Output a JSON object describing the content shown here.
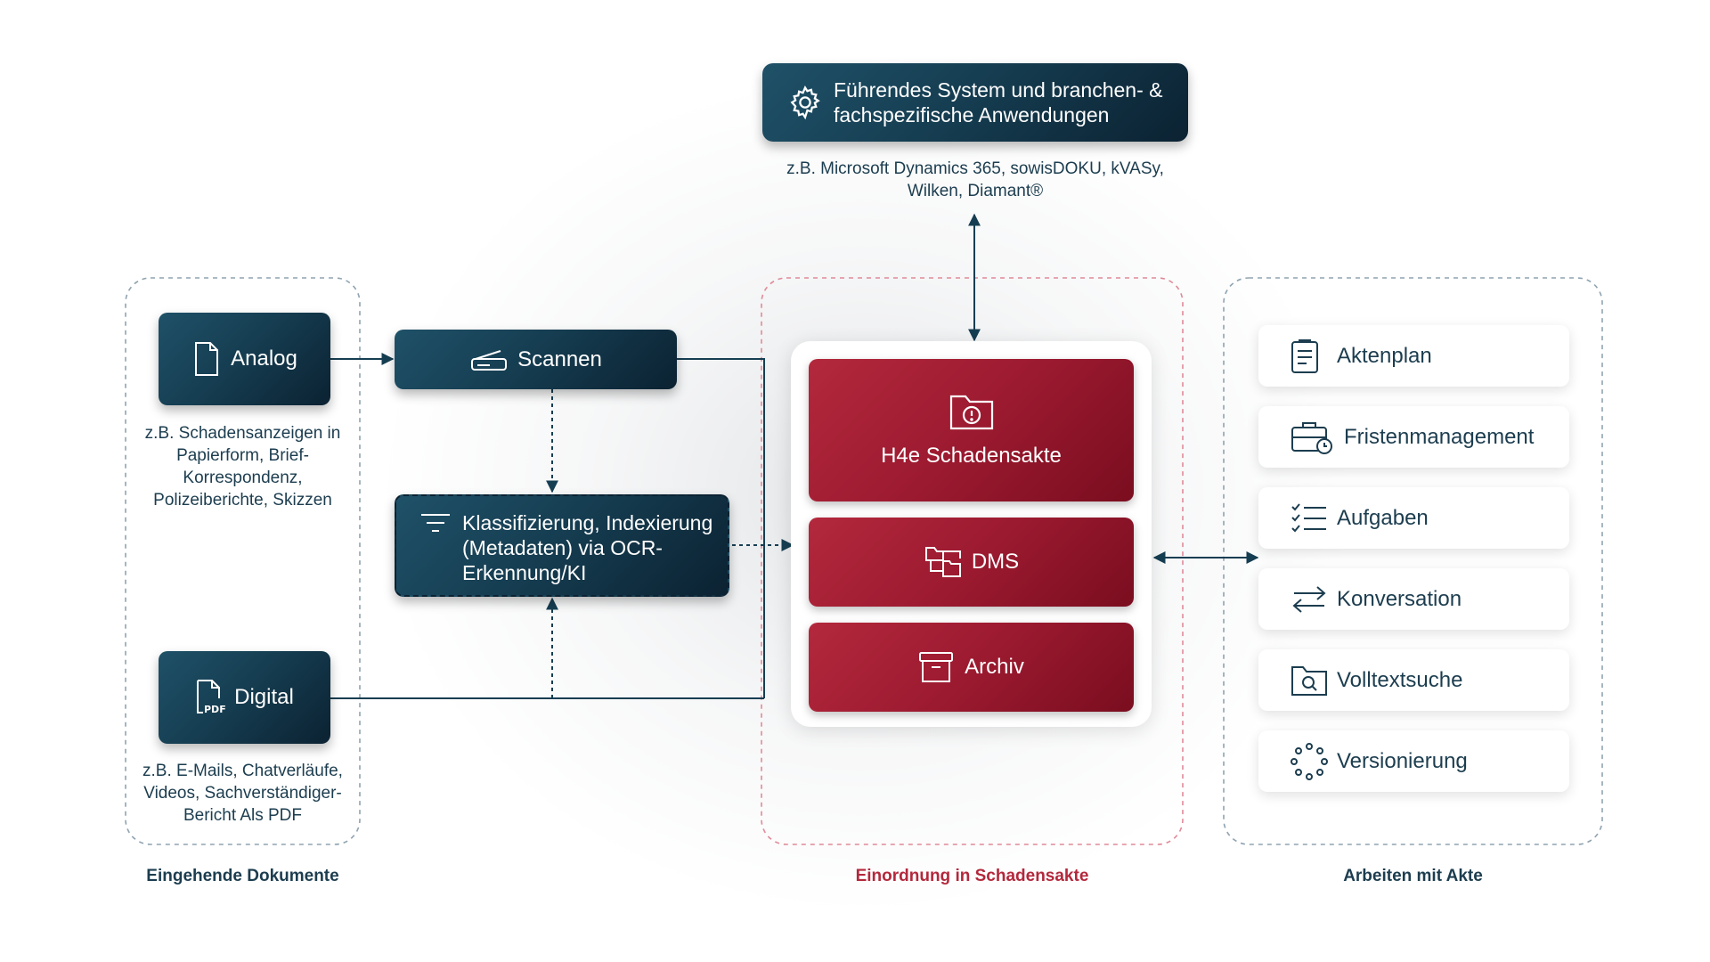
{
  "colors": {
    "dark_teal": "#163e52",
    "crimson": "#9c1a30",
    "text": "#1c3d4f",
    "lane_border_grey": "#8fa3b0",
    "lane_border_red": "#e08a98"
  },
  "top_system": {
    "title": "Führendes System und branchen- & fachspezifische Anwendungen",
    "icon": "gear-icon",
    "caption": "z.B. Microsoft Dynamics 365, sowisDOKU, kVASy, Wilken, Diamant®"
  },
  "incoming": {
    "lane_title": "Eingehende Dokumente",
    "analog": {
      "label": "Analog",
      "icon": "document-icon",
      "caption": "z.B. Schadensanzeigen in Papierform, Brief-Korrespondenz, Polizeiberichte, Skizzen"
    },
    "digital": {
      "label": "Digital",
      "icon": "pdf-icon",
      "caption": "z.B. E-Mails, Chatverläufe, Videos, Sachverständiger-Bericht Als PDF"
    }
  },
  "processing": {
    "scan": {
      "label": "Scannen",
      "icon": "scanner-icon"
    },
    "classify": {
      "label": "Klassifizierung, Indexierung (Metadaten) via OCR-Erkennung/KI",
      "icon": "filter-icon"
    }
  },
  "center": {
    "lane_title": "Einordnung in Schadensakte",
    "schadensakte": {
      "label": "H4e Schadensakte",
      "icon": "folder-alert-icon"
    },
    "dms": {
      "label": "DMS",
      "icon": "folder-tree-icon"
    },
    "archiv": {
      "label": "Archiv",
      "icon": "archive-box-icon"
    }
  },
  "work": {
    "lane_title": "Arbeiten mit Akte",
    "items": [
      {
        "label": "Aktenplan",
        "icon": "file-list-icon"
      },
      {
        "label": "Fristenmanagement",
        "icon": "briefcase-clock-icon"
      },
      {
        "label": "Aufgaben",
        "icon": "checklist-icon"
      },
      {
        "label": "Konversation",
        "icon": "swap-arrows-icon"
      },
      {
        "label": "Volltextsuche",
        "icon": "folder-search-icon"
      },
      {
        "label": "Versionierung",
        "icon": "loading-dots-icon"
      }
    ]
  }
}
